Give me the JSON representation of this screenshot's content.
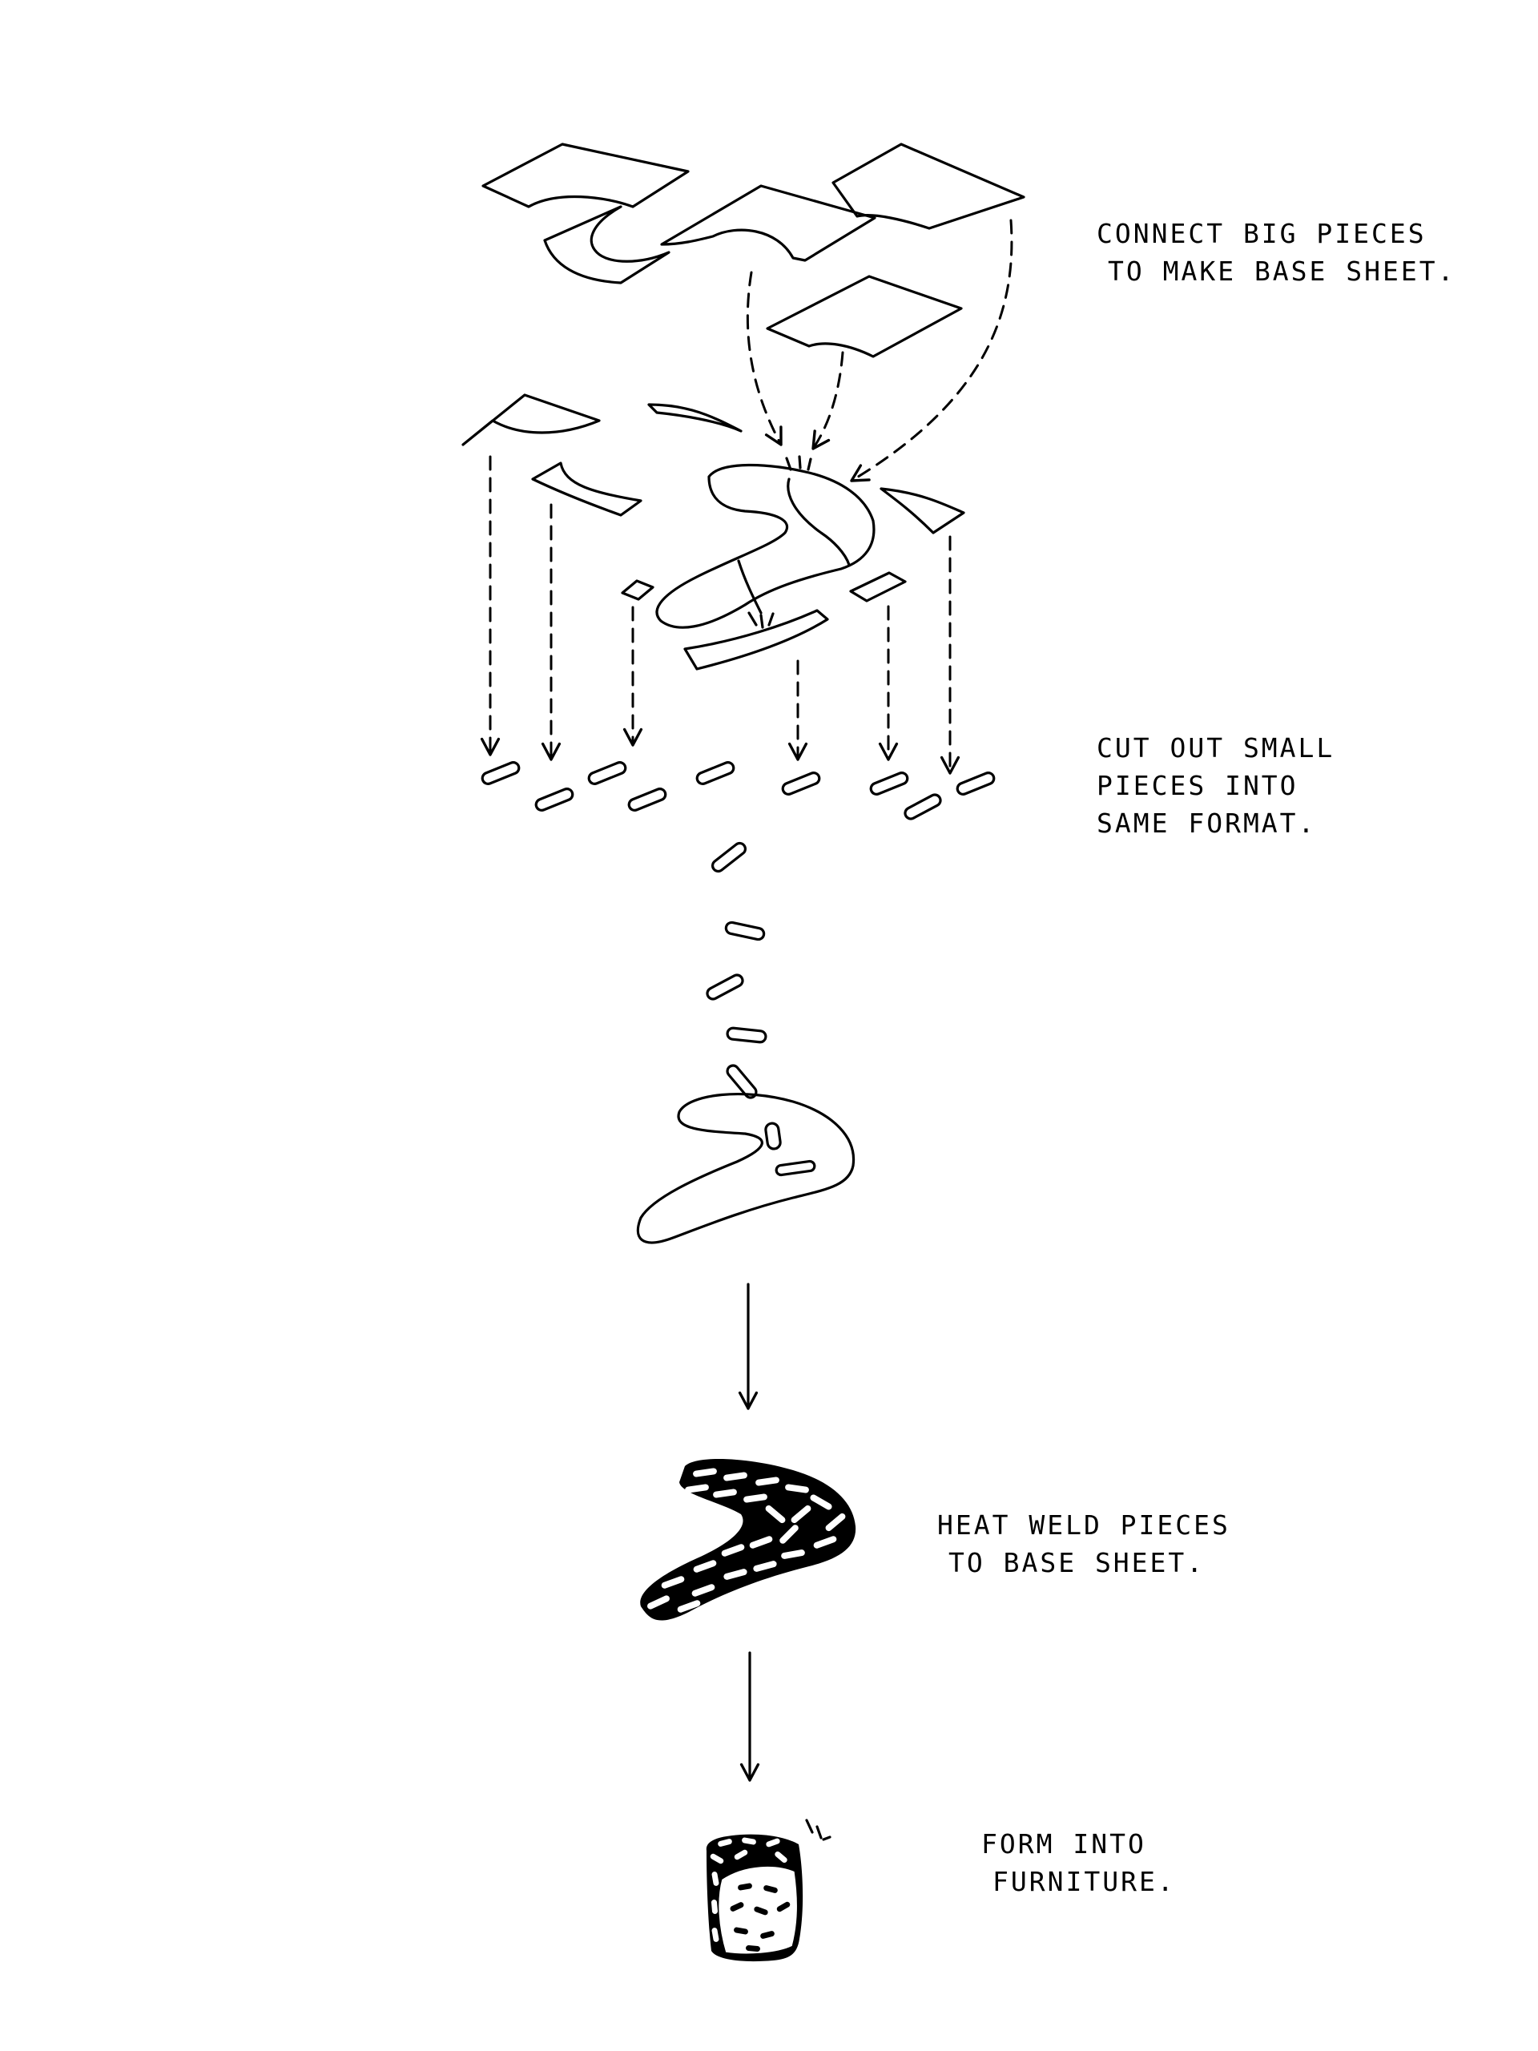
{
  "steps": [
    {
      "line1": "CONNECT BIG PIECES",
      "line2": "TO MAKE BASE SHEET.",
      "line3": ""
    },
    {
      "line1": "CUT OUT SMALL",
      "line2": "PIECES INTO",
      "line3": "SAME FORMAT."
    },
    {
      "line1": "HEAT WELD PIECES",
      "line2": "TO BASE SHEET.",
      "line3": ""
    },
    {
      "line1": "FORM INTO",
      "line2": "FURNITURE.",
      "line3": ""
    }
  ],
  "colors": {
    "ink": "#000000",
    "paper": "#ffffff"
  }
}
